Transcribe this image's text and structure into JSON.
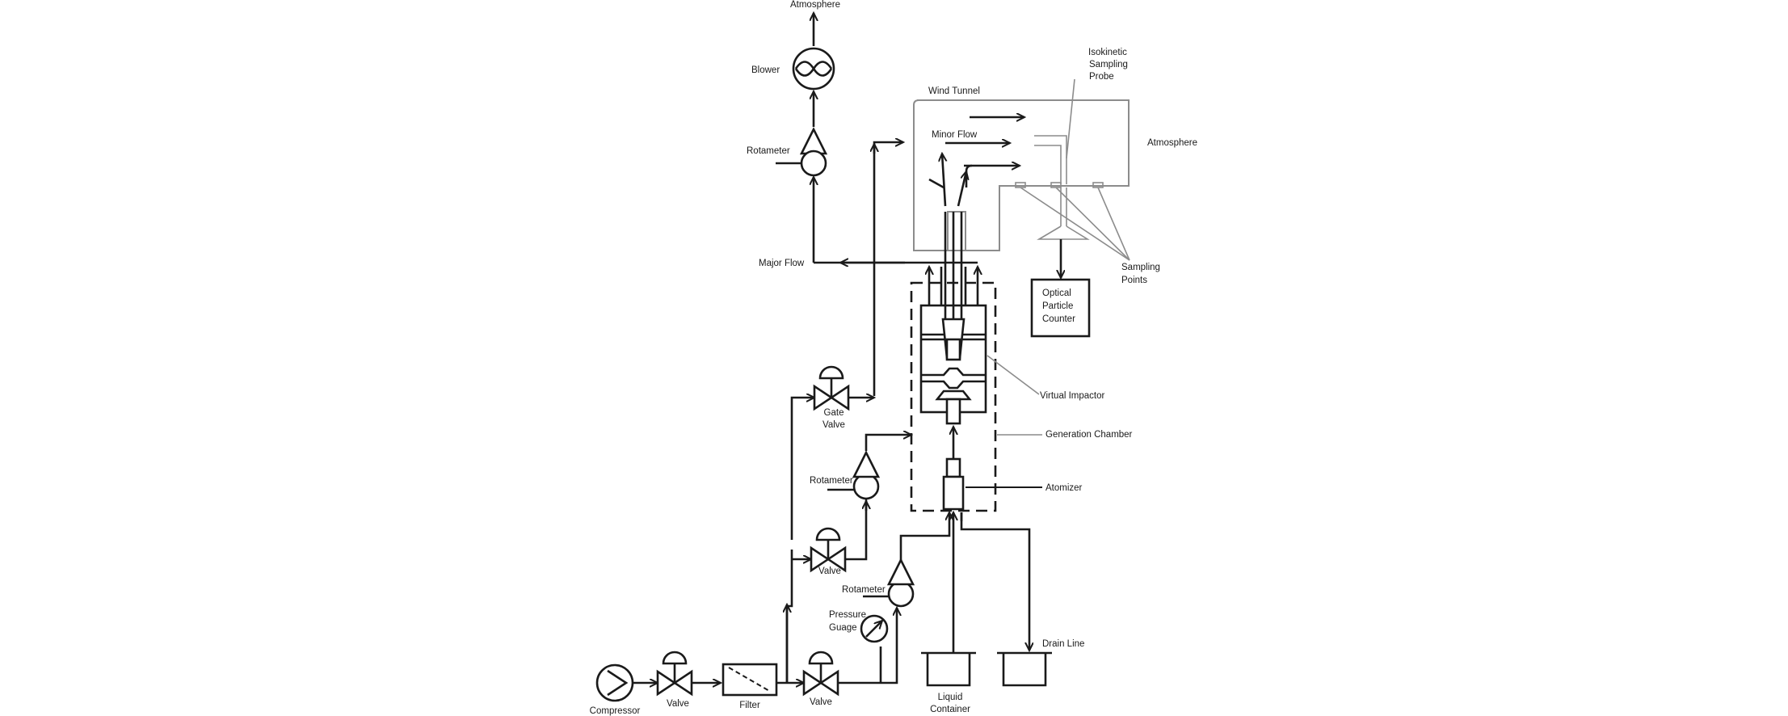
{
  "labels": {
    "atmosphere_top": "Atmosphere",
    "blower": "Blower",
    "rotameter_top": "Rotameter",
    "major_flow": "Major Flow",
    "wind_tunnel": "Wind Tunnel",
    "minor_flow": "Minor Flow",
    "probe_line1": "Isokinetic",
    "probe_line2": "Sampling",
    "probe_line3": "Probe",
    "atmosphere_right": "Atmosphere",
    "sampling_points_line1": "Sampling",
    "sampling_points_line2": "Points",
    "opc_line1": "Optical",
    "opc_line2": "Particle",
    "opc_line3": "Counter",
    "virtual_impactor": "Virtual Impactor",
    "generation_chamber": "Generation Chamber",
    "atomizer": "Atomizer",
    "gate_valve_line1": "Gate",
    "gate_valve_line2": "Valve",
    "rotameter_mid": "Rotameter",
    "valve_mid": "Valve",
    "rotameter_low": "Rotameter",
    "pressure_line1": "Pressure",
    "pressure_line2": "Guage",
    "drain_line": "Drain Line",
    "liquid_line1": "Liquid",
    "liquid_line2": "Container",
    "compressor": "Compressor",
    "valve_1": "Valve",
    "filter": "Filter",
    "valve_2": "Valve"
  }
}
